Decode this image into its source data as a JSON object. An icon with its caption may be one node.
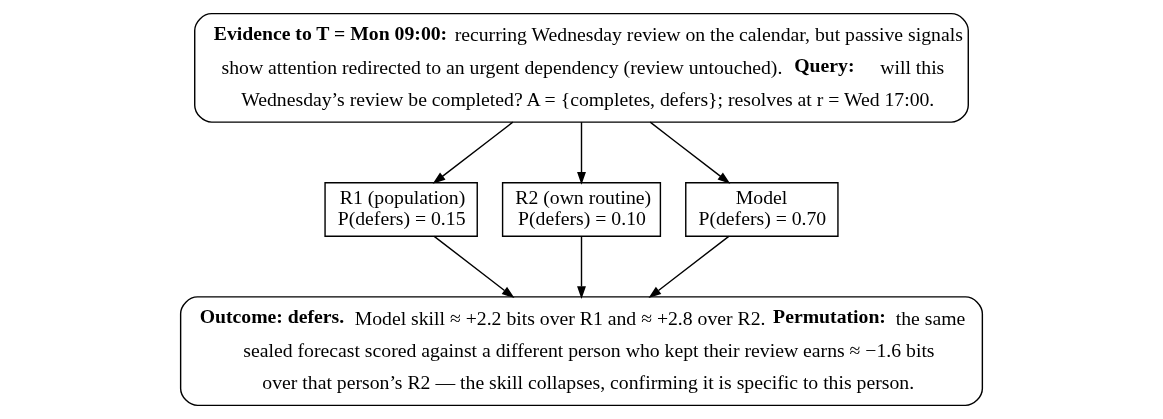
{
  "diagram": {
    "nodes": [
      {
        "text": [
          "**Evidence to T = Mon 09:00:** recurring Wednesday review on the calendar, but passive signals show attention redirected to an urgent dependency (review untouched). **Query:** will this Wednesday’s review be completed? A = {completes, defers}; resolves at r = Wed 17:00."
        ]
      },
      {
        "text": [
          "R1 (population)",
          "P(defers) = 0.15"
        ]
      },
      {
        "text": [
          "R2 (own routine)",
          "P(defers) = 0.10"
        ]
      },
      {
        "text": [
          "Model",
          "P(defers) = 0.70"
        ]
      },
      {
        "text": [
          "**Outcome: defers.** Model skill ≈ +2.2 bits over R1 and ≈ +2.8 over R2. **Permutation:** the same sealed forecast scored against a different person who kept their review earns ≈ −1.6 bits over that person’s R2 — the skill collapses, confirming it is specific to this person."
        ]
      }
    ],
    "edges": [
      {
        "from": 0,
        "to": 1,
        "arrow": "to"
      },
      {
        "from": 0,
        "to": 2,
        "arrow": "to"
      },
      {
        "from": 0,
        "to": 3,
        "arrow": "to"
      },
      {
        "from": 1,
        "to": 4,
        "arrow": "to"
      },
      {
        "from": 2,
        "to": 4,
        "arrow": "to"
      },
      {
        "from": 3,
        "to": 4,
        "arrow": "to"
      }
    ]
  }
}
